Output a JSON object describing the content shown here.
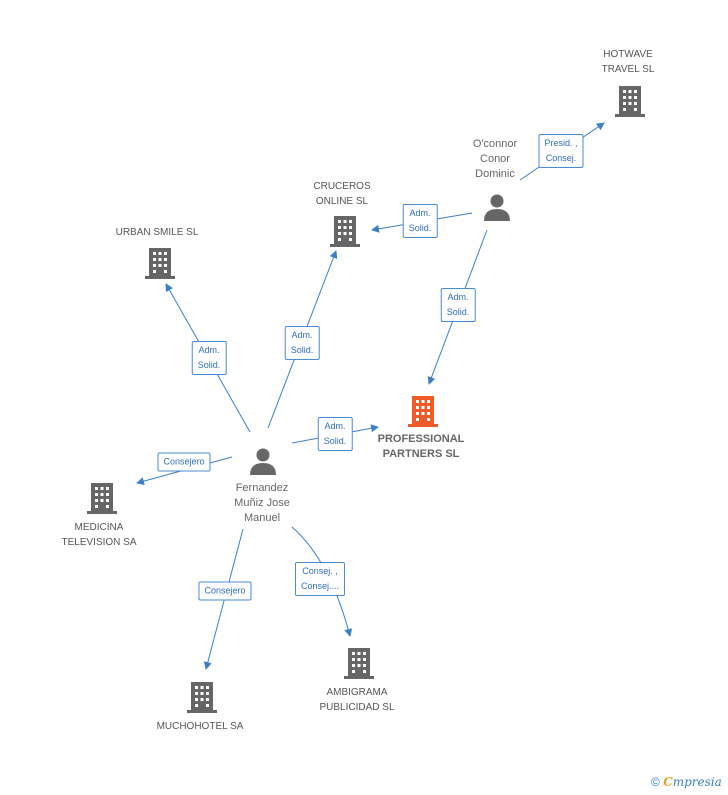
{
  "colors": {
    "edge": "#3b7fc4",
    "building": "#666666",
    "focus": "#ee5a2a",
    "person": "#666666"
  },
  "nodes": {
    "hotwave": {
      "label": "HOTWAVE\nTRAVEL SL",
      "icon": "building-icon"
    },
    "oconnor": {
      "label": "O'connor\nConor\nDominic",
      "icon": "person-icon"
    },
    "cruceros": {
      "label": "CRUCEROS\nONLINE SL",
      "icon": "building-icon"
    },
    "urban": {
      "label": "URBAN SMILE SL",
      "icon": "building-icon"
    },
    "professional": {
      "label": "PROFESSIONAL\nPARTNERS SL",
      "icon": "building-icon"
    },
    "fernandez": {
      "label": "Fernandez\nMuñiz Jose\nManuel",
      "icon": "person-icon"
    },
    "medicina": {
      "label": "MEDICINA\nTELEVISION SA",
      "icon": "building-icon"
    },
    "muchohotel": {
      "label": "MUCHOHOTEL SA",
      "icon": "building-icon"
    },
    "ambigrama": {
      "label": "AMBIGRAMA\nPUBLICIDAD SL",
      "icon": "building-icon"
    }
  },
  "edges": {
    "oconnor_hotwave": "Presid. ,\nConsej.",
    "oconnor_cruceros": "Adm.\nSolid.",
    "oconnor_professional": "Adm.\nSolid.",
    "fernandez_urban": "Adm.\nSolid.",
    "fernandez_cruceros": "Adm.\nSolid.",
    "fernandez_professional": "Adm.\nSolid.",
    "fernandez_medicina": "Consejero",
    "fernandez_muchohotel": "Consejero",
    "fernandez_ambigrama": "Consej. ,\nConsej...."
  },
  "footer": {
    "copyright": "©",
    "brand_initial": "C",
    "brand_rest": "mpresia"
  }
}
